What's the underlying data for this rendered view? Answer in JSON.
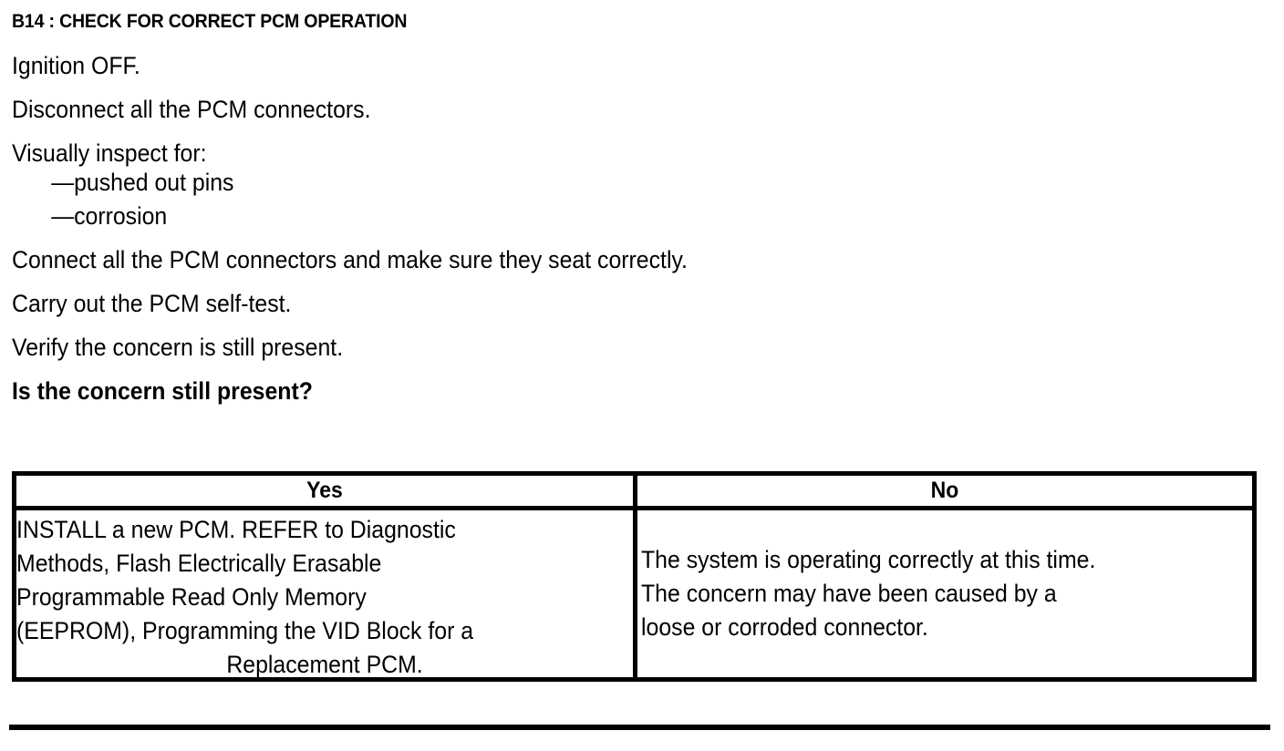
{
  "step": {
    "title": "B14 : CHECK FOR CORRECT PCM OPERATION"
  },
  "instructions": {
    "lines": [
      "Ignition OFF.",
      "Disconnect all the PCM connectors.",
      "Visually inspect for:",
      "—pushed out pins",
      "—corrosion",
      "Connect all the PCM connectors and make sure they seat correctly.",
      "Carry out the PCM self-test.",
      "Verify the concern is still present."
    ],
    "question": "Is the concern still present?"
  },
  "decision_table": {
    "headers": {
      "yes": "Yes",
      "no": "No"
    },
    "yes_cell": {
      "lines": [
        "INSTALL a new PCM. REFER to Diagnostic",
        "Methods, Flash Electrically Erasable",
        "Programmable Read Only Memory",
        "(EEPROM), Programming the VID Block for a",
        "Replacement PCM."
      ]
    },
    "no_cell": {
      "lines": [
        "The system is operating correctly at this time.",
        "The concern may have been caused by a",
        "loose or corroded connector."
      ]
    }
  },
  "colors": {
    "ink": "#000000",
    "paper": "#ffffff"
  }
}
